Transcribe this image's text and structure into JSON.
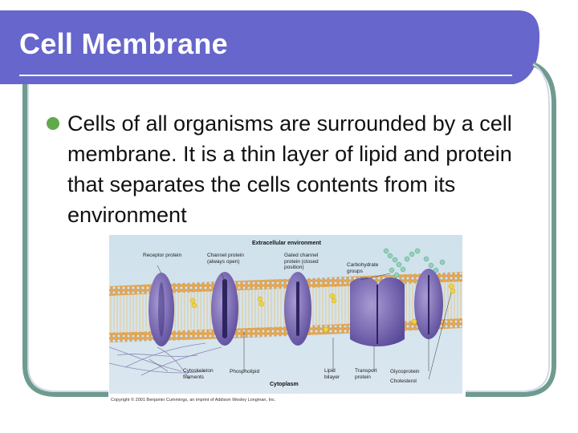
{
  "slide": {
    "title": "Cell Membrane",
    "bullet": "Cells of all organisms are surrounded by a cell membrane. It is a thin layer of lipid and protein that separates the cells contents from its environment"
  },
  "figure": {
    "labels": {
      "extracellular": "Extracellular environment",
      "receptor": "Receptor protein",
      "channel": "Channel protein (always open)",
      "gated": "Gated channel protein (closed position)",
      "carbohydrate": "Carbohydrate groups",
      "cytoskeleton": "Cytoskeleton filaments",
      "phospholipid": "Phospholipid",
      "cytoplasm": "Cytoplasm",
      "lipid_bilayer": "Lipid bilayer",
      "transport": "Transport protein",
      "glycoprotein": "Glycoprotein",
      "cholesterol": "Cholesterol"
    },
    "credit": "Copyright © 2001 Benjamin Cummings, an imprint of Addison Wesley Longman, Inc."
  },
  "colors": {
    "title_bar": "#6666cc",
    "frame_line": "#6f9b8f",
    "bullet": "#63a94c"
  }
}
